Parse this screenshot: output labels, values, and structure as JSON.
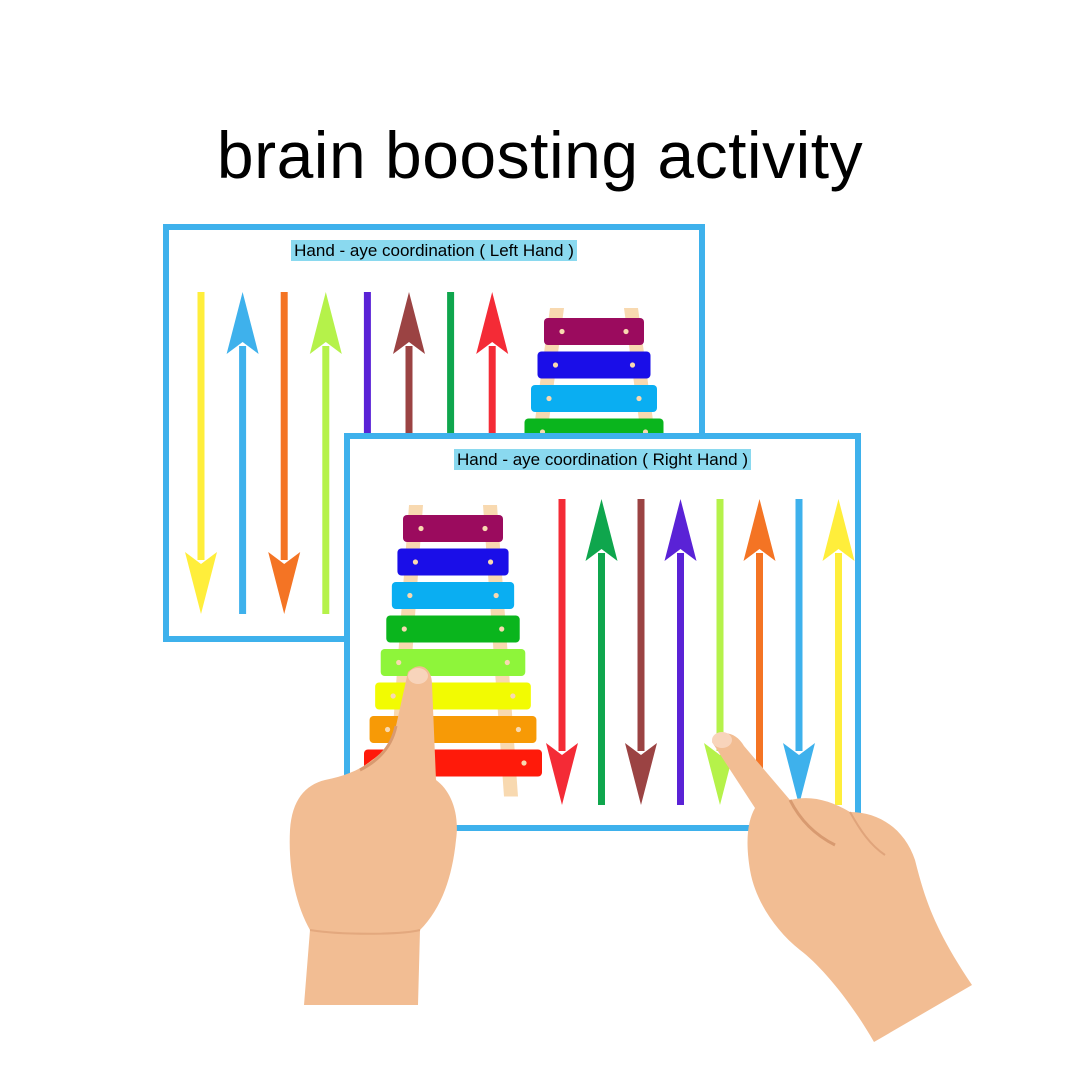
{
  "title": "brain boosting activity",
  "left_card": {
    "label": "Hand - aye coordination ( Left Hand )",
    "arrows": [
      {
        "dir": "down",
        "color": "#ffee3b"
      },
      {
        "dir": "up",
        "color": "#3eb1ec"
      },
      {
        "dir": "down",
        "color": "#f47424"
      },
      {
        "dir": "up",
        "color": "#b5f24a"
      },
      {
        "dir": "down",
        "color": "#5a22d6"
      },
      {
        "dir": "up",
        "color": "#9b4343"
      },
      {
        "dir": "down",
        "color": "#0fa64d"
      },
      {
        "dir": "up",
        "color": "#f42b36"
      }
    ],
    "xylophone_bars": [
      "#9b0b5e",
      "#1a0ee8",
      "#0aaef2",
      "#0ab51d"
    ]
  },
  "right_card": {
    "label": "Hand - aye coordination ( Right Hand )",
    "arrows": [
      {
        "dir": "down",
        "color": "#f42b36"
      },
      {
        "dir": "up",
        "color": "#0fa64d"
      },
      {
        "dir": "down",
        "color": "#9b4343"
      },
      {
        "dir": "up",
        "color": "#5a22d6"
      },
      {
        "dir": "down",
        "color": "#b5f24a"
      },
      {
        "dir": "up",
        "color": "#f47424"
      },
      {
        "dir": "down",
        "color": "#3eb1ec"
      },
      {
        "dir": "up",
        "color": "#ffee3b"
      }
    ],
    "xylophone_bars": [
      "#9b0b5e",
      "#1a0ee8",
      "#0aaef2",
      "#0ab51d",
      "#8ef53a",
      "#f2fb02",
      "#f79a06",
      "#ff1a0a"
    ]
  },
  "colors": {
    "border": "#3eb1ec",
    "label_bg": "#8ad9ef",
    "skin": "#f2bd93",
    "skin_shadow": "#d89a70",
    "frame": "#f8d9b0"
  }
}
